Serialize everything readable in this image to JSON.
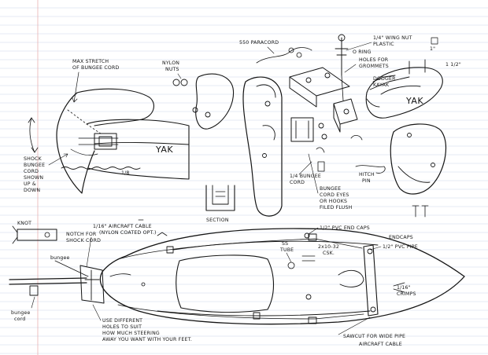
{
  "colors": {
    "paper": "#ffffff",
    "ink": "#151515",
    "grid": "#c9d6e8",
    "margin": "#e6a9a9"
  },
  "labels": {
    "max_stretch": "MAX STRETCH",
    "of_bungee_cord": "OF BUNGEE CORD",
    "nylon": "NYLON",
    "nuts": "NUTS",
    "paracord": "550 PARACORD",
    "wing_nut": "1/4\" WING NUT",
    "plastic": "PLASTIC",
    "o_ring": "O RING",
    "holes_grommets": "HOLES FOR",
    "or_grommets": "GROMMETS",
    "one_half_a": "1\"",
    "one_half_b": "1 1/2\"",
    "dodger_rudder": "DODGER",
    "dodger_kayak": "KAYAK",
    "yak_top": "YAK",
    "yak_main": "YAK",
    "shock": "SHOCK",
    "bungee": "BUNGEE",
    "cord": "CORD",
    "shown": "SHOWN",
    "up_down": "UP &",
    "down": "DOWN",
    "quarter_bungee": "1/4 BUNGEE",
    "cord2": "CORD",
    "bungee_cord_eyes": "BUNGEE",
    "cord_eyes": "CORD EYES",
    "or_hooks": "OR HOOKS",
    "filed_flush": "FILED FLUSH",
    "hitch_pin": "HITCH",
    "pin": "PIN",
    "section": "SECTION",
    "knot": "KNOT",
    "notch_for": "NOTCH FOR",
    "shock_cord": "SHOCK CORD",
    "aircraft_cable": "1/16\" AIRCRAFT CABLE",
    "nylon_coated": "(NYLON COATED OPT.)",
    "bungee_side": "bungee",
    "bungee_low": "bungee",
    "cord_low": "cord",
    "pvc_end_caps": "1/2\" PVC END CAPS",
    "endcaps": "ENDCAPS",
    "pvc_pipe": "1/2\" PVC PIPE",
    "ss_tube": "SS",
    "tube": "TUBE",
    "csk": "2x10-32",
    "csk2": "CSK.",
    "crimps": "1/16\"",
    "crimps2": "CRIMPS",
    "use_different": "USE DIFFERENT",
    "holes_to_suit": "HOLES TO SUIT",
    "how_much": "HOW MUCH STEERING",
    "you_want": "AWAY YOU WANT WITH YOUR FEET.",
    "sawcut": "SAWCUT FOR WIDE PIPE",
    "aircraft_cable2": "AIRCRAFT CABLE"
  }
}
